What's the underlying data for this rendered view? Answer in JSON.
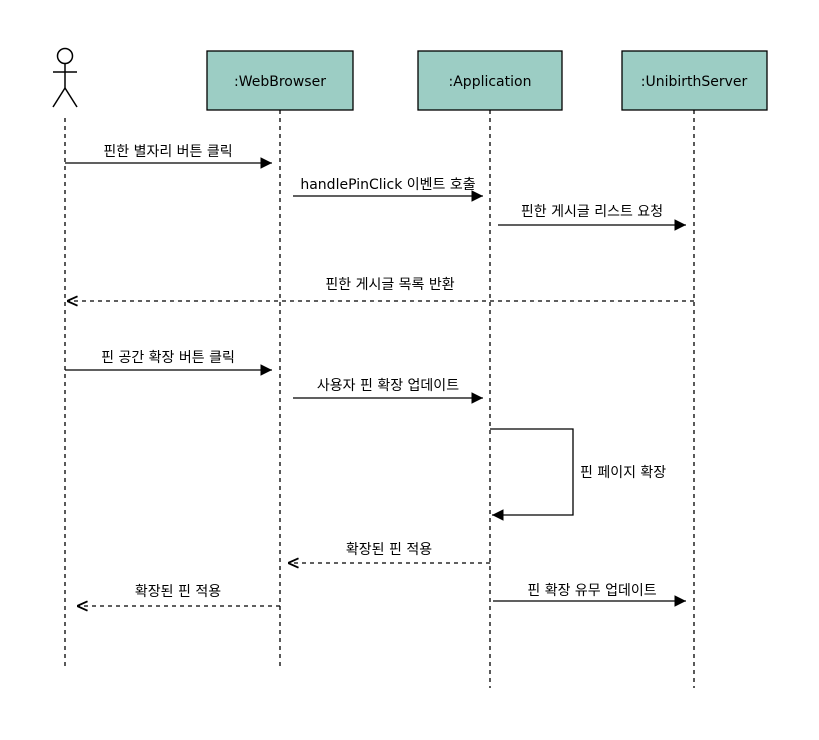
{
  "colors": {
    "box_fill": "#9ccdc4",
    "box_stroke": "#000000",
    "line": "#000000"
  },
  "actor": {
    "icon": "stick-figure-actor-icon"
  },
  "participants": [
    {
      "key": "browser",
      "label": ":WebBrowser"
    },
    {
      "key": "application",
      "label": ":Application"
    },
    {
      "key": "server",
      "label": ":UnibirthServer"
    }
  ],
  "messages": [
    {
      "label": "핀한 별자리 버튼 클릭",
      "from": "actor",
      "to": "browser",
      "style": "solid"
    },
    {
      "label": "handlePinClick 이벤트 호출",
      "from": "browser",
      "to": "application",
      "style": "solid"
    },
    {
      "label": "핀한 게시글 리스트 요청",
      "from": "application",
      "to": "server",
      "style": "solid"
    },
    {
      "label": "핀한 게시글 목록 반환",
      "from": "server",
      "to": "actor",
      "style": "dashed"
    },
    {
      "label": "핀 공간 확장 버튼 클릭",
      "from": "actor",
      "to": "browser",
      "style": "solid"
    },
    {
      "label": "사용자 핀 확장 업데이트",
      "from": "browser",
      "to": "application",
      "style": "solid"
    },
    {
      "label": "핀 페이지 확장",
      "from": "application",
      "to": "application",
      "style": "self"
    },
    {
      "label": "확장된 핀 적용",
      "from": "application",
      "to": "browser",
      "style": "dashed"
    },
    {
      "label": "확장된 핀 적용",
      "from": "browser",
      "to": "actor",
      "style": "dashed"
    },
    {
      "label": "핀 확장 유무 업데이트",
      "from": "application",
      "to": "server",
      "style": "solid"
    }
  ]
}
